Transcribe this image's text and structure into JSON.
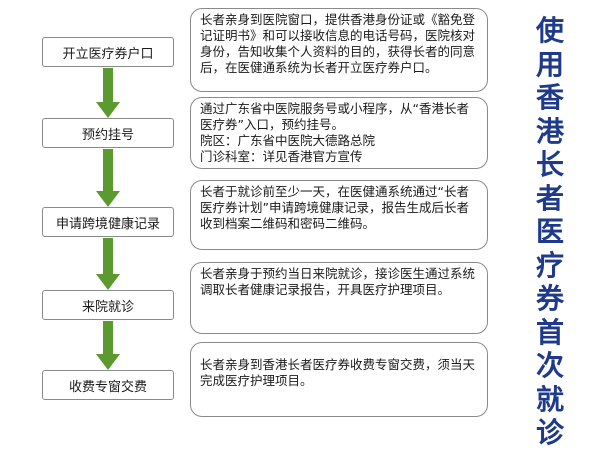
{
  "steps": [
    {
      "label": "开立医疗券户口",
      "desc": "长者亲身到医院窗口，提供香港身份证或《豁免登记证明书》和可以接收信息的电话号码，医院核对身份，告知收集个人资料的目的，获得长者的同意后，在医健通系统为长者开立医疗券户口。"
    },
    {
      "label": "预约挂号",
      "desc": "通过广东省中医院服务号或小程序，从“香港长者医疗券”入口，预约挂号。\n院区：广东省中医院大德路总院\n门诊科室：详见香港官方宣传"
    },
    {
      "label": "申请跨境健康记录",
      "desc": "长者于就诊前至少一天，在医健通系统通过“长者医疗券计划”申请跨境健康记录，报告生成后长者收到档案二维码和密码二维码。"
    },
    {
      "label": "来院就诊",
      "desc": "长者亲身于预约当日来院就诊，接诊医生通过系统调取长者健康记录报告，开具医疗护理项目。"
    },
    {
      "label": "收费专窗交费",
      "desc": "长者亲身到香港长者医疗券收费专窗交费，须当天完成医疗护理项目。"
    }
  ],
  "title_chars": [
    "使",
    "用",
    "香",
    "港",
    "长",
    "者",
    "医",
    "疗",
    "券",
    "首",
    "次",
    "就",
    "诊"
  ],
  "colors": {
    "arrow": "#5b9a2e",
    "title": "#1f3a8a"
  }
}
